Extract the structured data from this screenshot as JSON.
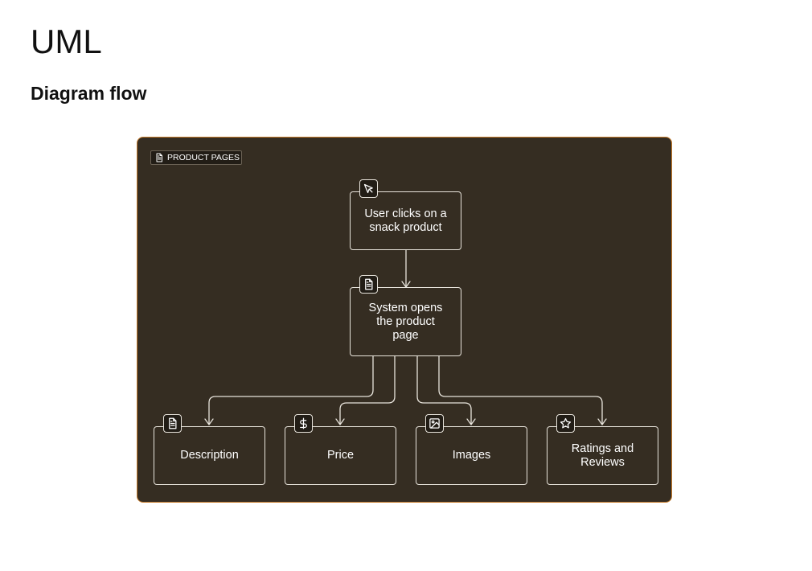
{
  "page": {
    "title": "UML",
    "subtitle": "Diagram flow"
  },
  "diagram": {
    "frame_label": "PRODUCT PAGES",
    "frame_icon": "document-icon",
    "nodes": {
      "click": {
        "label": "User clicks on a snack product",
        "icon": "cursor-icon"
      },
      "open": {
        "label": "System opens the product page",
        "icon": "document-icon"
      },
      "description": {
        "label": "Description",
        "icon": "document-icon"
      },
      "price": {
        "label": "Price",
        "icon": "dollar-icon"
      },
      "images": {
        "label": "Images",
        "icon": "image-icon"
      },
      "ratings": {
        "label": "Ratings and Reviews",
        "icon": "star-icon"
      }
    },
    "edges": [
      {
        "from": "click",
        "to": "open"
      },
      {
        "from": "open",
        "to": "description"
      },
      {
        "from": "open",
        "to": "price"
      },
      {
        "from": "open",
        "to": "images"
      },
      {
        "from": "open",
        "to": "ratings"
      }
    ],
    "colors": {
      "background": "#352d22",
      "border": "#c47a2a",
      "stroke": "#e8e4dc"
    }
  }
}
